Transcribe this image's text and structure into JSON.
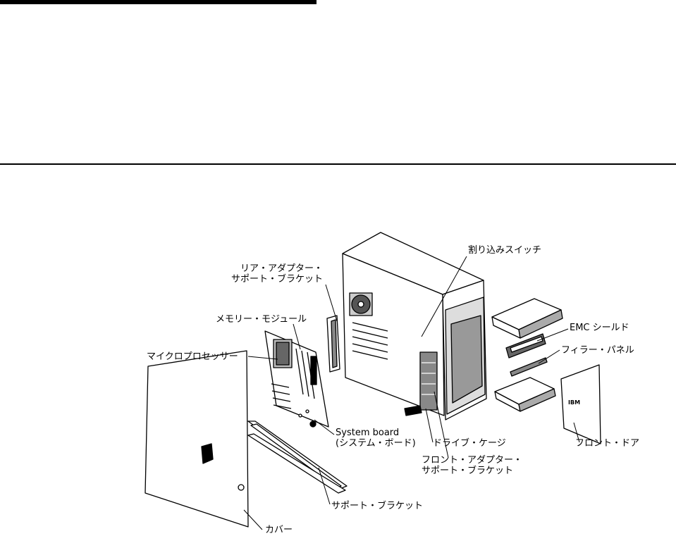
{
  "labels": {
    "interrupt_switch": "割り込みスイッチ",
    "rear_adapter_bracket_line1": "リア・アダプター・",
    "rear_adapter_bracket_line2": "サポート・ブラケット",
    "memory_module": "メモリー・モジュール",
    "emc_shield": "EMC シールド",
    "microprocessor": "マイクロプロセッサー",
    "filler_panel": "フィラー・パネル",
    "system_board_line1": "System board",
    "system_board_line2": "(システム・ボード)",
    "drive_cage": "ドライブ・ケージ",
    "front_door": "フロント・ドア",
    "front_adapter_bracket_line1": "フロント・アダプター・",
    "front_adapter_bracket_line2": "サポート・ブラケット",
    "support_bracket": "サポート・ブラケット",
    "cover": "カバー",
    "door_logo": "IBM"
  }
}
